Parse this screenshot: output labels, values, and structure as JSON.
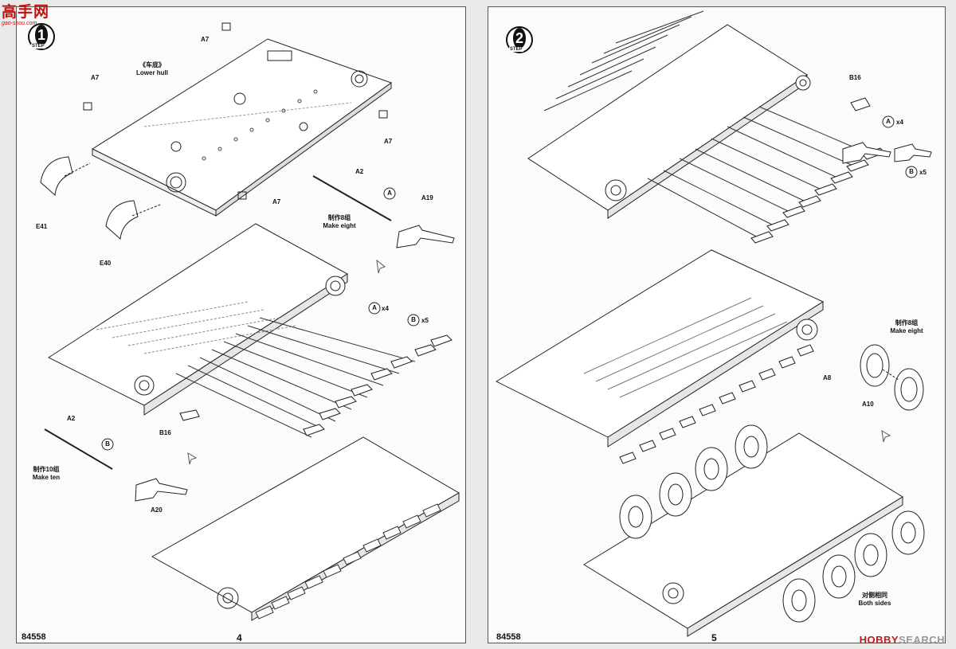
{
  "site_logo": {
    "glyphs": "高手网",
    "url": "gao-shou.com"
  },
  "watermark": {
    "brand": "HOBBY",
    "suffix": "SEARCH"
  },
  "left_page": {
    "step_word": "STEP",
    "step_number": "1",
    "product_code": "84558",
    "page_number": "4",
    "labels": {
      "a7_1": "A7",
      "a7_2": "A7",
      "a7_3": "A7",
      "a7_4": "A7",
      "e41": "E41",
      "e40": "E40",
      "a2_1": "A2",
      "a2_2": "A2",
      "a19": "A19",
      "a20": "A20",
      "b16": "B16",
      "mark_a1": "A",
      "mark_b1": "B",
      "mark_a2": "A",
      "mark_b2": "B",
      "x4": "x4",
      "x5": "x5"
    },
    "lower_hull_cn": "《车底》",
    "lower_hull_en": "Lower hull",
    "make_eight_cn": "制作8组",
    "make_eight_en": "Make eight",
    "make_ten_cn": "制作10组",
    "make_ten_en": "Make ten"
  },
  "right_page": {
    "step_word": "STEP",
    "step_number": "2",
    "product_code": "84558",
    "page_number": "5",
    "labels": {
      "b16": "B16",
      "mark_a": "A",
      "mark_b": "B",
      "x4": "x4",
      "x5": "x5",
      "a8": "A8",
      "a10": "A10"
    },
    "make_eight_cn": "制作8组",
    "make_eight_en": "Make eight",
    "both_sides_cn": "对侧相同",
    "both_sides_en": "Both sides"
  }
}
